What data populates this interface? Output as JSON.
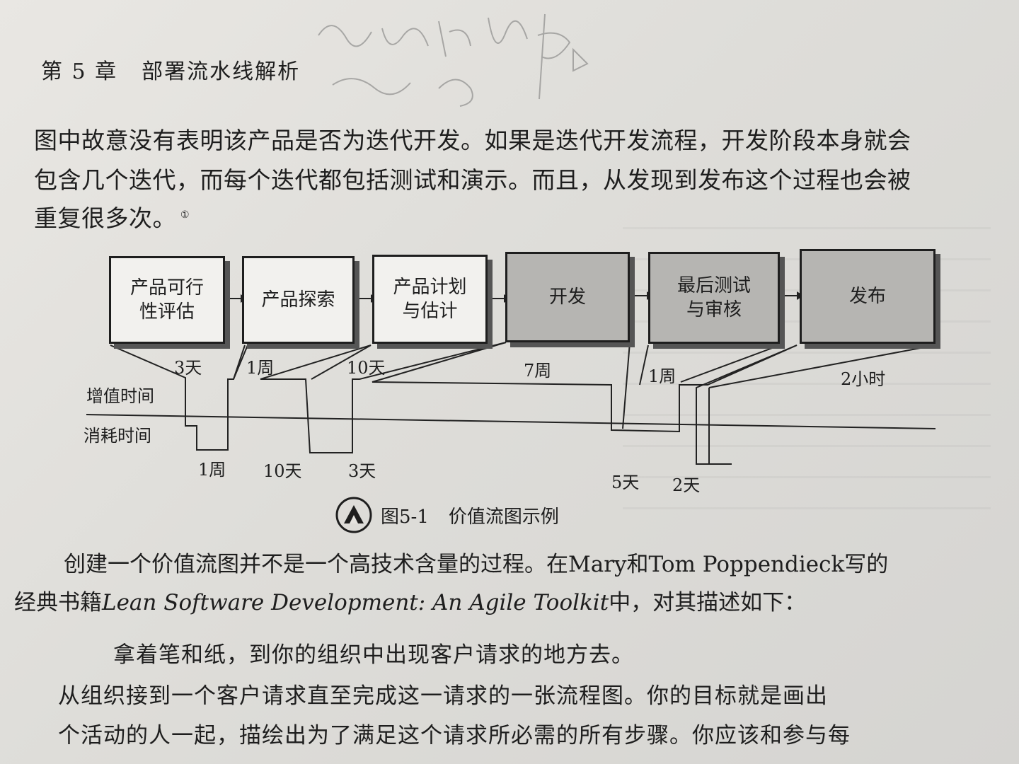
{
  "header": {
    "chapter": "第 5 章",
    "title": "部署流水线解析"
  },
  "intro": [
    "图中故意没有表明该产品是否为迭代开发。如果是迭代开发流程，开发阶段本身就会",
    "包含几个迭代，而每个迭代都包括测试和演示。而且，从发现到发布这个过程也会被",
    "重复很多次。"
  ],
  "footnote_mark": "①",
  "diagram": {
    "stages": [
      {
        "label": "产品可行\n性评估",
        "shade": "light"
      },
      {
        "label": "产品探索",
        "shade": "light"
      },
      {
        "label": "产品计划\n与估计",
        "shade": "light"
      },
      {
        "label": "开发",
        "shade": "dark"
      },
      {
        "label": "最后测试\n与审核",
        "shade": "dark"
      },
      {
        "label": "发布",
        "shade": "dark"
      }
    ],
    "value_added_label": "增值时间",
    "waste_label": "消耗时间",
    "value_added_times": [
      "3天",
      "1周",
      "10天",
      "7周",
      "1周",
      "2小时"
    ],
    "wait_times": [
      "1周",
      "10天",
      "3天",
      "5天",
      "2天"
    ]
  },
  "caption": {
    "number": "图5-1",
    "text": "价值流图示例"
  },
  "body": {
    "line1": "创建一个价值流图并不是一个高技术含量的过程。在Mary和Tom Poppendieck写的",
    "line2_prefix": "经典书籍",
    "line2_book": "Lean Software Development: An Agile Toolkit",
    "line2_suffix": "中，对其描述如下："
  },
  "quote": [
    "拿着笔和纸，到你的组织中出现客户请求的地方去。",
    "从组织接到一个客户请求直至完成这一请求的一张流程图。你的目标就是画出",
    "个活动的人一起，描绘出为了满足这个请求所必需的所有步骤。你应该和参与每"
  ]
}
